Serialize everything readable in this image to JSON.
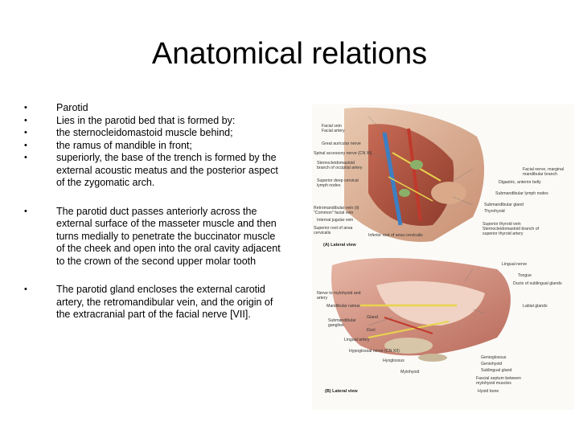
{
  "slide": {
    "title": "Anatomical relations",
    "bullet_groups": [
      {
        "lines": [
          "Parotid",
          "Lies in the parotid bed that is formed by:",
          "the sternocleidomastoid muscle behind;",
          "the ramus of mandible in front;",
          "superiorly, the base of the trench is formed by the external acoustic meatus and the posterior aspect of the zygomatic arch."
        ]
      },
      {
        "lines": [
          "The parotid duct passes anteriorly across the external surface of the masseter muscle and then turns medially to penetrate the buccinator muscle of the cheek and open into the oral cavity adjacent to the crown of the second upper molar tooth"
        ]
      },
      {
        "lines": [
          "The parotid gland encloses the external carotid artery, the retromandibular vein, and the origin of the extracranial part of the facial nerve [VII]."
        ]
      }
    ]
  },
  "figure": {
    "labels_a": [
      "Facial vein",
      "Facial artery",
      "Great auricular nerve",
      "Spinal accessory nerve (CN XI)",
      "Sternocleidomastoid branch of occipital artery",
      "Superior deep cervical lymph nodes",
      "Retromandibular vein (ii) \"Common\" facial vein",
      "Internal jugular vein",
      "Superior root of ansa cervicalis",
      "Inferior root of ansa cervicalis",
      "Facial nerve, marginal mandibular branch",
      "Digastric, anterior belly",
      "Submandibular lymph nodes",
      "Submandibular gland",
      "Thyrohyoid",
      "Superior thyroid vein",
      "Sternocleidomastoid branch of superior thyroid artery"
    ],
    "view_a": "(A) Lateral view",
    "labels_b": [
      "Lingual nerve",
      "Tongue",
      "Ducts of sublingual glands",
      "Labial glands",
      "Nerve to mylohyoid and artery",
      "Mandibular ramus",
      "Submandibular ganglion",
      "Gland",
      "Duct",
      "Lingual artery",
      "Hypoglossal nerve (CN XII)",
      "Hyoglossus",
      "Mylohyoid",
      "Genioglossus",
      "Geniohyoid",
      "Sublingual gland",
      "Fascial septum between mylohyoid muscles",
      "Hyoid bone"
    ],
    "view_b": "(B) Lateral view"
  }
}
